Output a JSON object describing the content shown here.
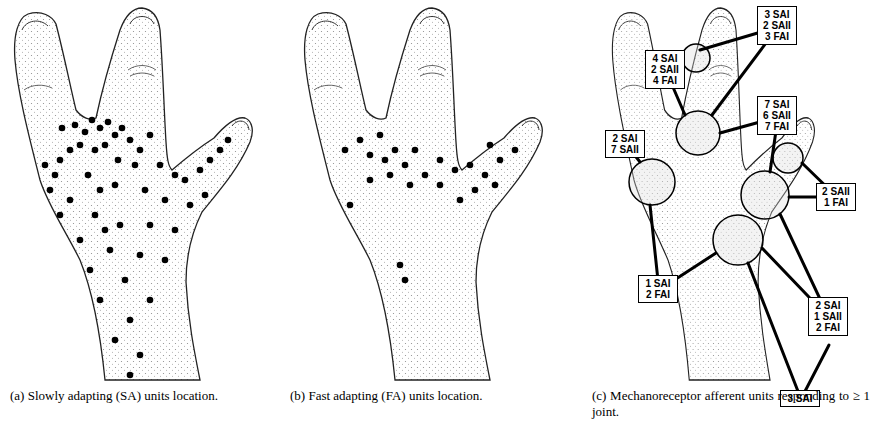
{
  "diagram": {
    "nodes": [
      {
        "text": [
          "3 SAI 2 SAII 3 FAI"
        ]
      },
      {
        "text": [
          "4 SAI 2 SAII 4 FAI"
        ]
      },
      {
        "text": [
          "7 SAI 6 SAII 7 FAI"
        ]
      },
      {
        "text": [
          "2 SAI 7 SAII"
        ]
      },
      {
        "text": [
          "2 SAII 1 FAI"
        ]
      },
      {
        "text": [
          "1 SAI 2 FAI"
        ]
      },
      {
        "text": [
          "2 SAI 1 SAII 2 FAI"
        ]
      },
      {
        "text": [
          "3 SAI"
        ]
      }
    ],
    "labels": [
      "(a) Slowly adapting (SA) units location.",
      "(b) Fast adapting (FA) units location.",
      "(c) Mechanoreceptor afferent units responding to ≥ 1 joint."
    ]
  }
}
